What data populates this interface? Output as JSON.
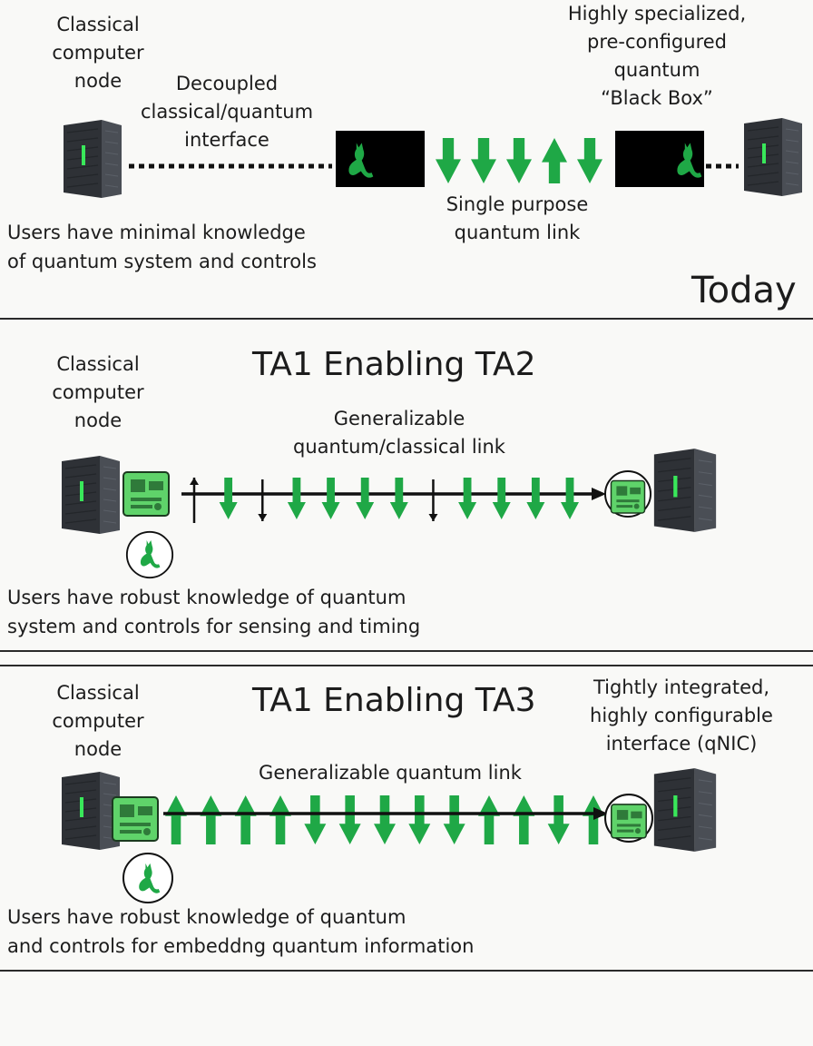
{
  "panels": {
    "today": {
      "node_label": [
        "Classical",
        "computer",
        "node"
      ],
      "interface_label": [
        "Decoupled",
        "classical/quantum",
        "interface"
      ],
      "blackbox_label": [
        "Highly specialized,",
        "pre-configured",
        "quantum",
        "“Black Box”"
      ],
      "link_label": [
        "Single purpose",
        "quantum link"
      ],
      "users_text": [
        "Users have minimal knowledge",
        "of quantum system and controls"
      ],
      "era_label": "Today",
      "arrows": [
        "down",
        "down",
        "down",
        "up",
        "down"
      ]
    },
    "ta2": {
      "title": "TA1 Enabling TA2",
      "node_label": [
        "Classical",
        "computer",
        "node"
      ],
      "link_label": [
        "Generalizable",
        "quantum/classical link"
      ],
      "users_text": [
        "Users have robust knowledge of quantum",
        "system and controls for sensing and timing"
      ],
      "arrows": [
        {
          "dir": "up",
          "kind": "classical"
        },
        {
          "dir": "down",
          "kind": "quantum"
        },
        {
          "dir": "down",
          "kind": "classical"
        },
        {
          "dir": "down",
          "kind": "quantum"
        },
        {
          "dir": "down",
          "kind": "quantum"
        },
        {
          "dir": "down",
          "kind": "quantum"
        },
        {
          "dir": "down",
          "kind": "quantum"
        },
        {
          "dir": "down",
          "kind": "classical"
        },
        {
          "dir": "down",
          "kind": "quantum"
        },
        {
          "dir": "down",
          "kind": "quantum"
        },
        {
          "dir": "down",
          "kind": "quantum"
        },
        {
          "dir": "down",
          "kind": "quantum"
        }
      ]
    },
    "ta3": {
      "title": "TA1 Enabling TA3",
      "node_label": [
        "Classical",
        "computer",
        "node"
      ],
      "qnic_label": [
        "Tightly integrated,",
        "highly configurable",
        "interface (qNIC)"
      ],
      "link_label": "Generalizable quantum link",
      "users_text": [
        "Users have robust knowledge of quantum",
        "and controls for embeddng quantum information"
      ],
      "arrows": [
        "up",
        "up",
        "up",
        "up",
        "down",
        "down",
        "down",
        "down",
        "down",
        "up",
        "up",
        "down",
        "up"
      ]
    }
  },
  "colors": {
    "quantum_green": "#1fa846",
    "classical_black": "#111111",
    "led_green": "#39e85a",
    "chip_green": "#5fd36a",
    "server_body": "#3c3f44"
  },
  "icons": [
    "server-icon",
    "cat-icon",
    "chip-icon",
    "arrow-up-icon",
    "arrow-down-icon"
  ]
}
